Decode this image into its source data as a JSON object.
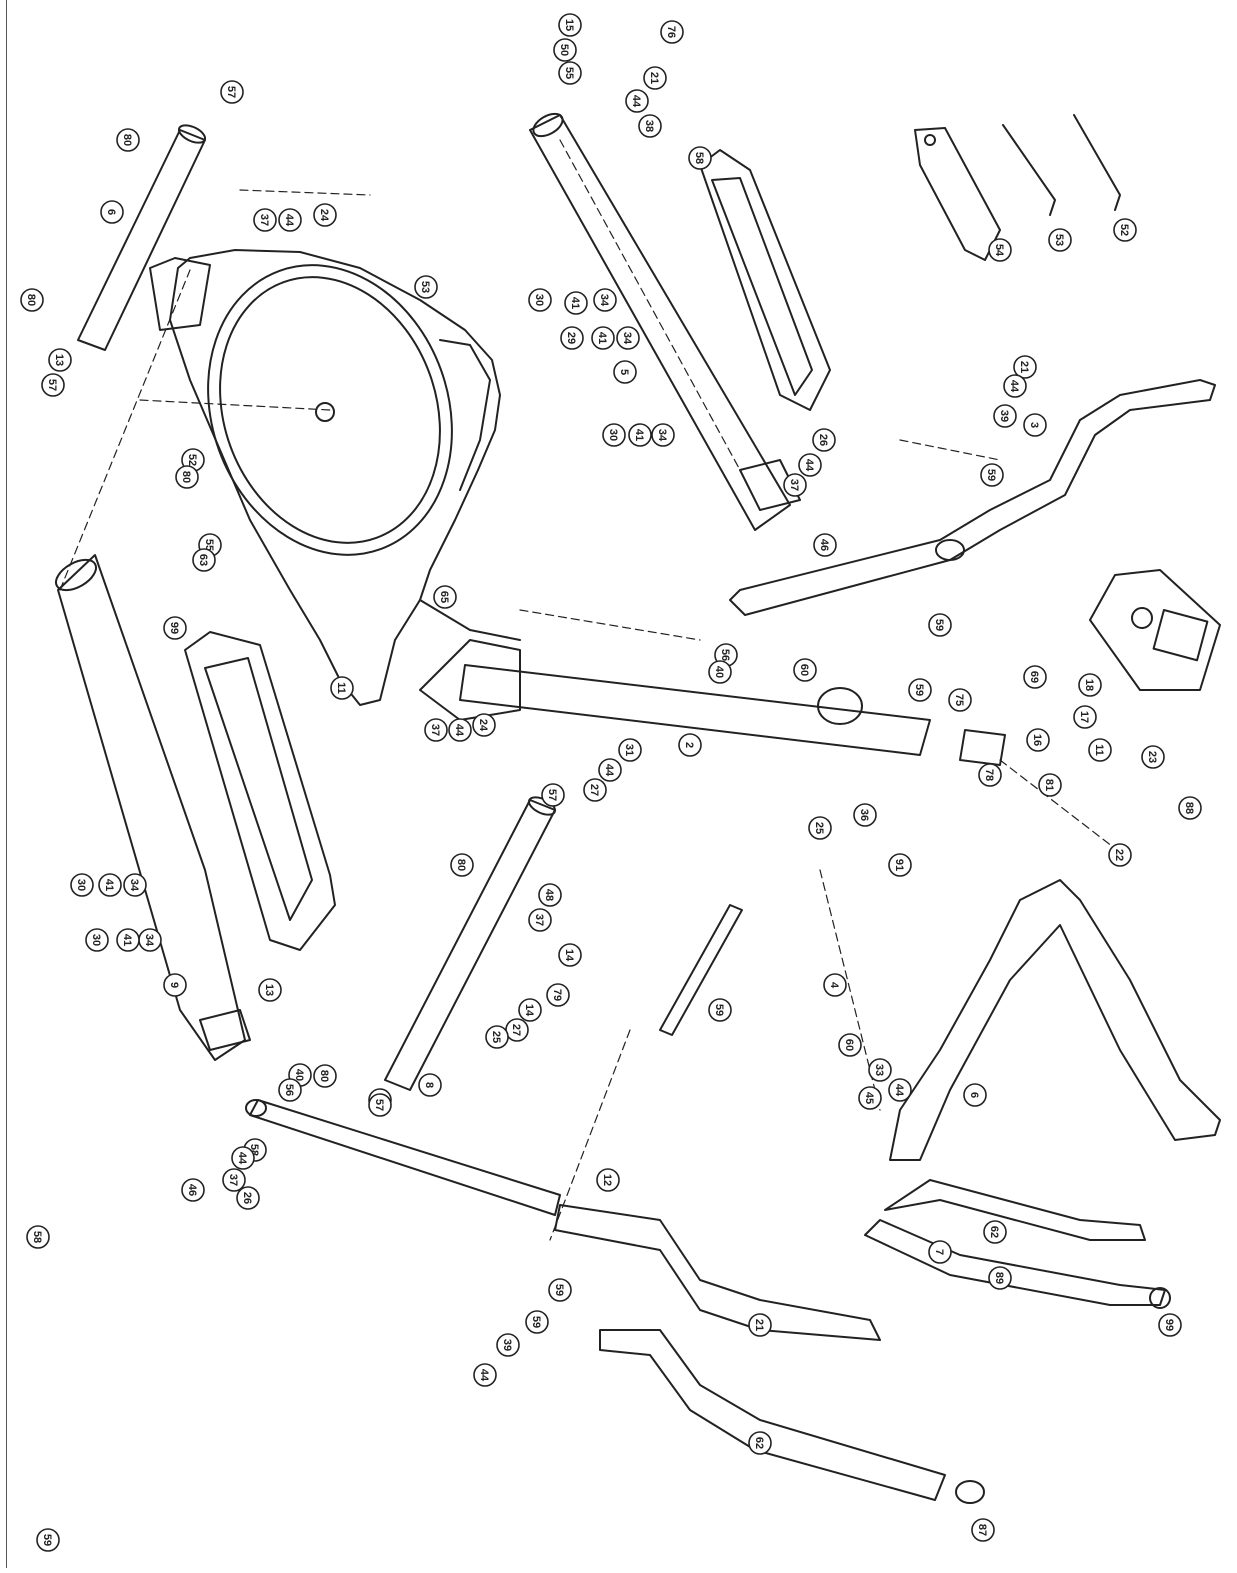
{
  "diagram": {
    "line_color": "#222222",
    "callouts": [
      {
        "label": "57"
      },
      {
        "label": "80"
      },
      {
        "label": "6"
      },
      {
        "label": "80"
      },
      {
        "label": "13"
      },
      {
        "label": "57"
      },
      {
        "label": "24"
      },
      {
        "label": "44"
      },
      {
        "label": "37"
      },
      {
        "label": "53"
      },
      {
        "label": "52"
      },
      {
        "label": "80"
      },
      {
        "label": "55"
      },
      {
        "label": "63"
      },
      {
        "label": "99"
      },
      {
        "label": "65"
      },
      {
        "label": "11"
      },
      {
        "label": "24"
      },
      {
        "label": "44"
      },
      {
        "label": "37"
      },
      {
        "label": "34"
      },
      {
        "label": "41"
      },
      {
        "label": "30"
      },
      {
        "label": "34"
      },
      {
        "label": "41"
      },
      {
        "label": "30"
      },
      {
        "label": "9"
      },
      {
        "label": "13"
      },
      {
        "label": "40"
      },
      {
        "label": "56"
      },
      {
        "label": "58"
      },
      {
        "label": "44"
      },
      {
        "label": "37"
      },
      {
        "label": "46"
      },
      {
        "label": "26"
      },
      {
        "label": "58"
      },
      {
        "label": "57"
      },
      {
        "label": "80"
      },
      {
        "label": "48"
      },
      {
        "label": "37"
      },
      {
        "label": "14"
      },
      {
        "label": "79"
      },
      {
        "label": "14"
      },
      {
        "label": "27"
      },
      {
        "label": "25"
      },
      {
        "label": "8"
      },
      {
        "label": "13"
      },
      {
        "label": "80"
      },
      {
        "label": "57"
      },
      {
        "label": "15"
      },
      {
        "label": "50"
      },
      {
        "label": "55"
      },
      {
        "label": "76"
      },
      {
        "label": "21"
      },
      {
        "label": "44"
      },
      {
        "label": "38"
      },
      {
        "label": "58"
      },
      {
        "label": "30"
      },
      {
        "label": "41"
      },
      {
        "label": "34"
      },
      {
        "label": "29"
      },
      {
        "label": "41"
      },
      {
        "label": "34"
      },
      {
        "label": "5"
      },
      {
        "label": "30"
      },
      {
        "label": "41"
      },
      {
        "label": "34"
      },
      {
        "label": "26"
      },
      {
        "label": "44"
      },
      {
        "label": "37"
      },
      {
        "label": "46"
      },
      {
        "label": "54"
      },
      {
        "label": "53"
      },
      {
        "label": "52"
      },
      {
        "label": "3"
      },
      {
        "label": "21"
      },
      {
        "label": "44"
      },
      {
        "label": "39"
      },
      {
        "label": "59"
      },
      {
        "label": "59"
      },
      {
        "label": "56"
      },
      {
        "label": "40"
      },
      {
        "label": "60"
      },
      {
        "label": "59"
      },
      {
        "label": "2"
      },
      {
        "label": "31"
      },
      {
        "label": "44"
      },
      {
        "label": "27"
      },
      {
        "label": "36"
      },
      {
        "label": "91"
      },
      {
        "label": "78"
      },
      {
        "label": "75"
      },
      {
        "label": "69"
      },
      {
        "label": "18"
      },
      {
        "label": "17"
      },
      {
        "label": "11"
      },
      {
        "label": "16"
      },
      {
        "label": "23"
      },
      {
        "label": "88"
      },
      {
        "label": "81"
      },
      {
        "label": "22"
      },
      {
        "label": "25"
      },
      {
        "label": "59"
      },
      {
        "label": "12"
      },
      {
        "label": "59"
      },
      {
        "label": "59"
      },
      {
        "label": "39"
      },
      {
        "label": "44"
      },
      {
        "label": "21"
      },
      {
        "label": "4"
      },
      {
        "label": "60"
      },
      {
        "label": "33"
      },
      {
        "label": "44"
      },
      {
        "label": "45"
      },
      {
        "label": "6"
      },
      {
        "label": "62"
      },
      {
        "label": "7"
      },
      {
        "label": "89"
      },
      {
        "label": "99"
      },
      {
        "label": "62"
      },
      {
        "label": "87"
      },
      {
        "label": "59"
      }
    ]
  }
}
